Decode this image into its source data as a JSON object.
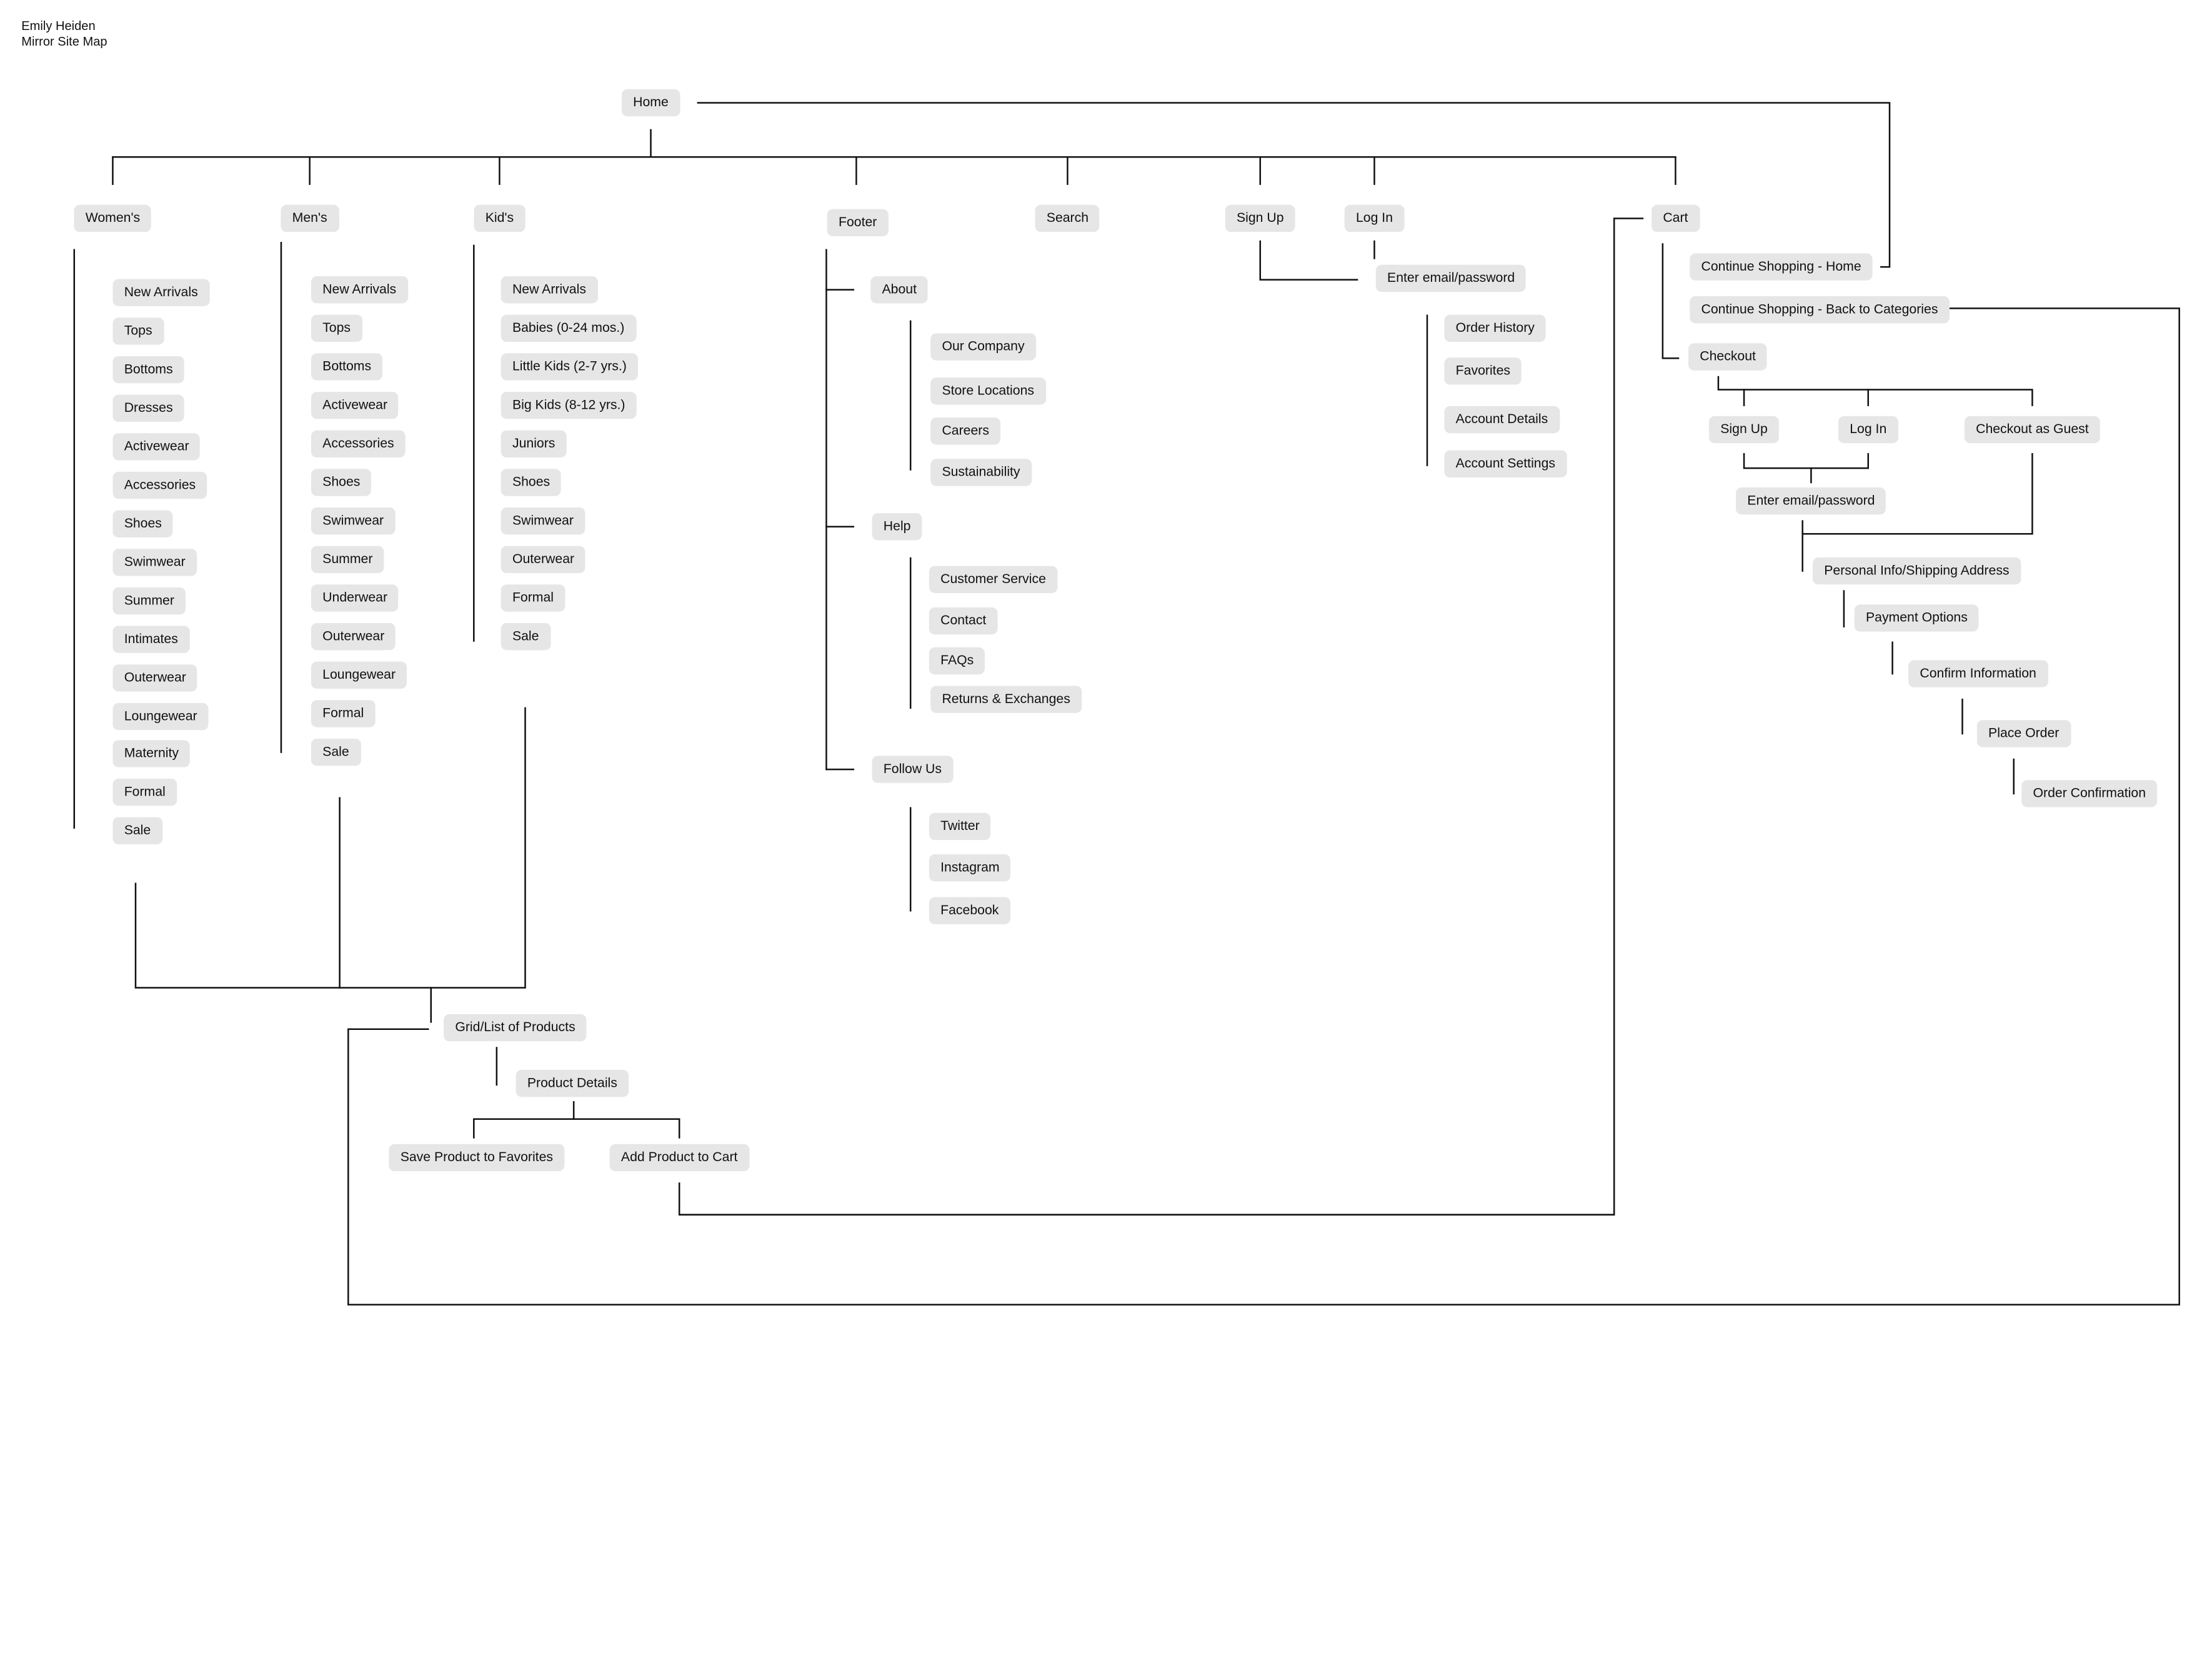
{
  "header": {
    "author": "Emily Heiden",
    "title": "Mirror Site Map"
  },
  "nodes": {
    "home": "Home",
    "womens": "Women's",
    "mens": "Men's",
    "kids": "Kid's",
    "footer": "Footer",
    "search": "Search",
    "signup": "Sign Up",
    "login": "Log In",
    "cart": "Cart",
    "w_new_arrivals": "New Arrivals",
    "w_tops": "Tops",
    "w_bottoms": "Bottoms",
    "w_dresses": "Dresses",
    "w_activewear": "Activewear",
    "w_accessories": "Accessories",
    "w_shoes": "Shoes",
    "w_swimwear": "Swimwear",
    "w_summer": "Summer",
    "w_intimates": "Intimates",
    "w_outerwear": "Outerwear",
    "w_loungewear": "Loungewear",
    "w_maternity": "Maternity",
    "w_formal": "Formal",
    "w_sale": "Sale",
    "m_new_arrivals": "New Arrivals",
    "m_tops": "Tops",
    "m_bottoms": "Bottoms",
    "m_activewear": "Activewear",
    "m_accessories": "Accessories",
    "m_shoes": "Shoes",
    "m_swimwear": "Swimwear",
    "m_summer": "Summer",
    "m_underwear": "Underwear",
    "m_outerwear": "Outerwear",
    "m_loungewear": "Loungewear",
    "m_formal": "Formal",
    "m_sale": "Sale",
    "k_new_arrivals": "New Arrivals",
    "k_babies": "Babies (0-24 mos.)",
    "k_little_kids": "Little Kids (2-7 yrs.)",
    "k_big_kids": "Big Kids (8-12 yrs.)",
    "k_juniors": "Juniors",
    "k_shoes": "Shoes",
    "k_swimwear": "Swimwear",
    "k_outerwear": "Outerwear",
    "k_formal": "Formal",
    "k_sale": "Sale",
    "about": "About",
    "our_company": "Our Company",
    "store_locations": "Store Locations",
    "careers": "Careers",
    "sustainability": "Sustainability",
    "help": "Help",
    "customer_service": "Customer Service",
    "contact": "Contact",
    "faqs": "FAQs",
    "returns": "Returns & Exchanges",
    "follow_us": "Follow Us",
    "twitter": "Twitter",
    "instagram": "Instagram",
    "facebook": "Facebook",
    "enter_email_main": "Enter email/password",
    "order_history": "Order History",
    "favorites": "Favorites",
    "account_details": "Account Details",
    "account_settings": "Account Settings",
    "continue_home": "Continue Shopping - Home",
    "continue_categories": "Continue Shopping - Back to Categories",
    "checkout": "Checkout",
    "co_signup": "Sign Up",
    "co_login": "Log In",
    "checkout_guest": "Checkout as Guest",
    "co_enter_email": "Enter email/password",
    "personal_info": "Personal Info/Shipping Address",
    "payment_options": "Payment Options",
    "confirm_information": "Confirm Information",
    "place_order": "Place Order",
    "order_confirmation": "Order Confirmation",
    "grid_list": "Grid/List of Products",
    "product_details": "Product Details",
    "save_favorites": "Save Product to Favorites",
    "add_to_cart": "Add Product to Cart"
  }
}
